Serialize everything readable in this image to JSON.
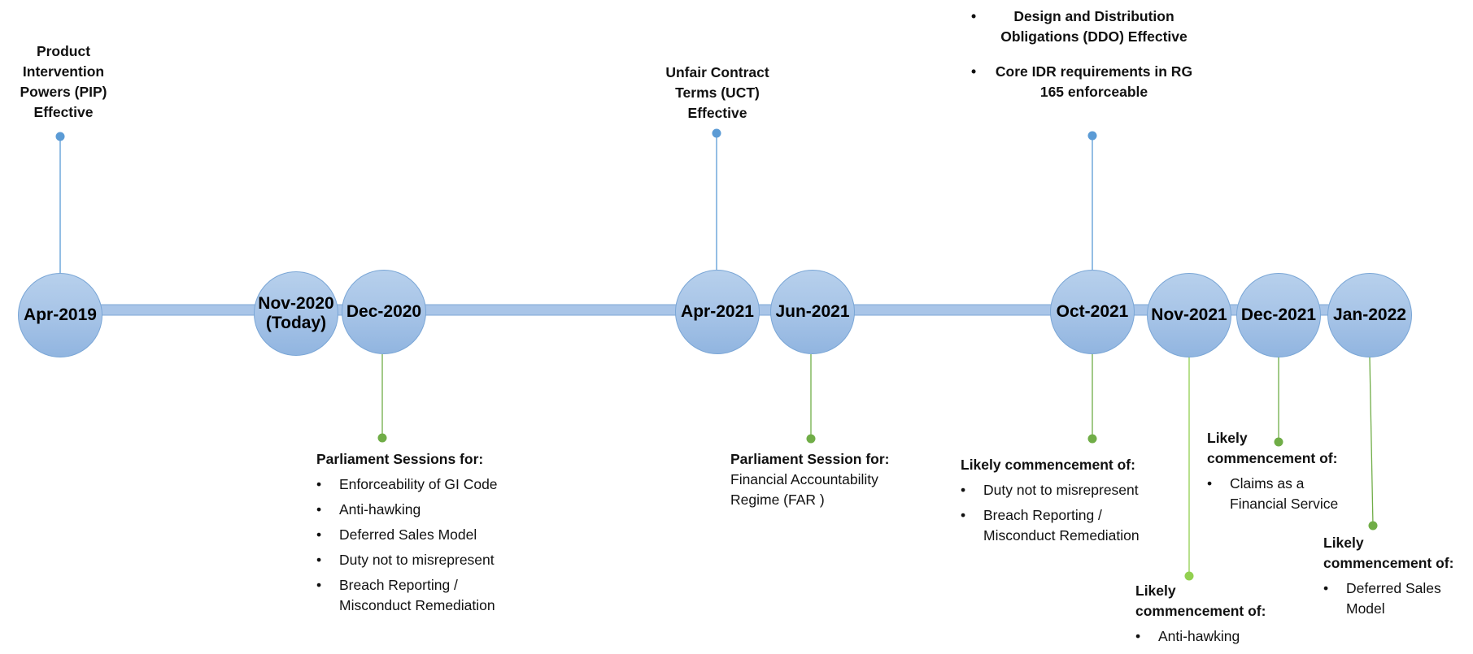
{
  "colors": {
    "bar": "#a9c5e8",
    "bar_edge": "#7ea7d6",
    "node_fill": "#a7c4e7",
    "node_edge": "#7aa6d6",
    "top_connector": "#5b9bd5",
    "bottom_connector": "#70ad47",
    "bottom_connector_light": "#92d050"
  },
  "milestones": [
    {
      "label": "Apr-2019"
    },
    {
      "label": "Nov-2020 (Today)"
    },
    {
      "label": "Dec-2020"
    },
    {
      "label": "Apr-2021"
    },
    {
      "label": "Jun-2021"
    },
    {
      "label": "Oct-2021"
    },
    {
      "label": "Nov-2021"
    },
    {
      "label": "Dec-2021"
    },
    {
      "label": "Jan-2022"
    }
  ],
  "top_notes": {
    "pip": "Product Intervention Powers (PIP) Effective",
    "uct": "Unfair Contract Terms (UCT) Effective",
    "ddo": [
      "Design and Distribution Obligations (DDO) Effective",
      "Core IDR requirements in RG 165 enforceable"
    ]
  },
  "bottom_notes": {
    "dec2020": {
      "heading": "Parliament Sessions for:",
      "items": [
        "Enforceability of GI Code",
        "Anti-hawking",
        "Deferred Sales Model",
        "Duty not to misrepresent",
        "Breach Reporting / Misconduct Remediation"
      ]
    },
    "jun2021": {
      "heading": "Parliament Session for:",
      "body": "Financial Accountability Regime (FAR )"
    },
    "oct2021": {
      "heading": "Likely commencement of:",
      "items": [
        "Duty not to misrepresent",
        "Breach Reporting / Misconduct Remediation"
      ]
    },
    "nov2021": {
      "heading": "Likely commencement of:",
      "items": [
        "Anti-hawking"
      ]
    },
    "dec2021": {
      "heading": "Likely commencement of:",
      "items": [
        "Claims as a Financial Service"
      ]
    },
    "jan2022": {
      "heading": "Likely commencement of:",
      "items": [
        "Deferred Sales Model"
      ]
    }
  }
}
